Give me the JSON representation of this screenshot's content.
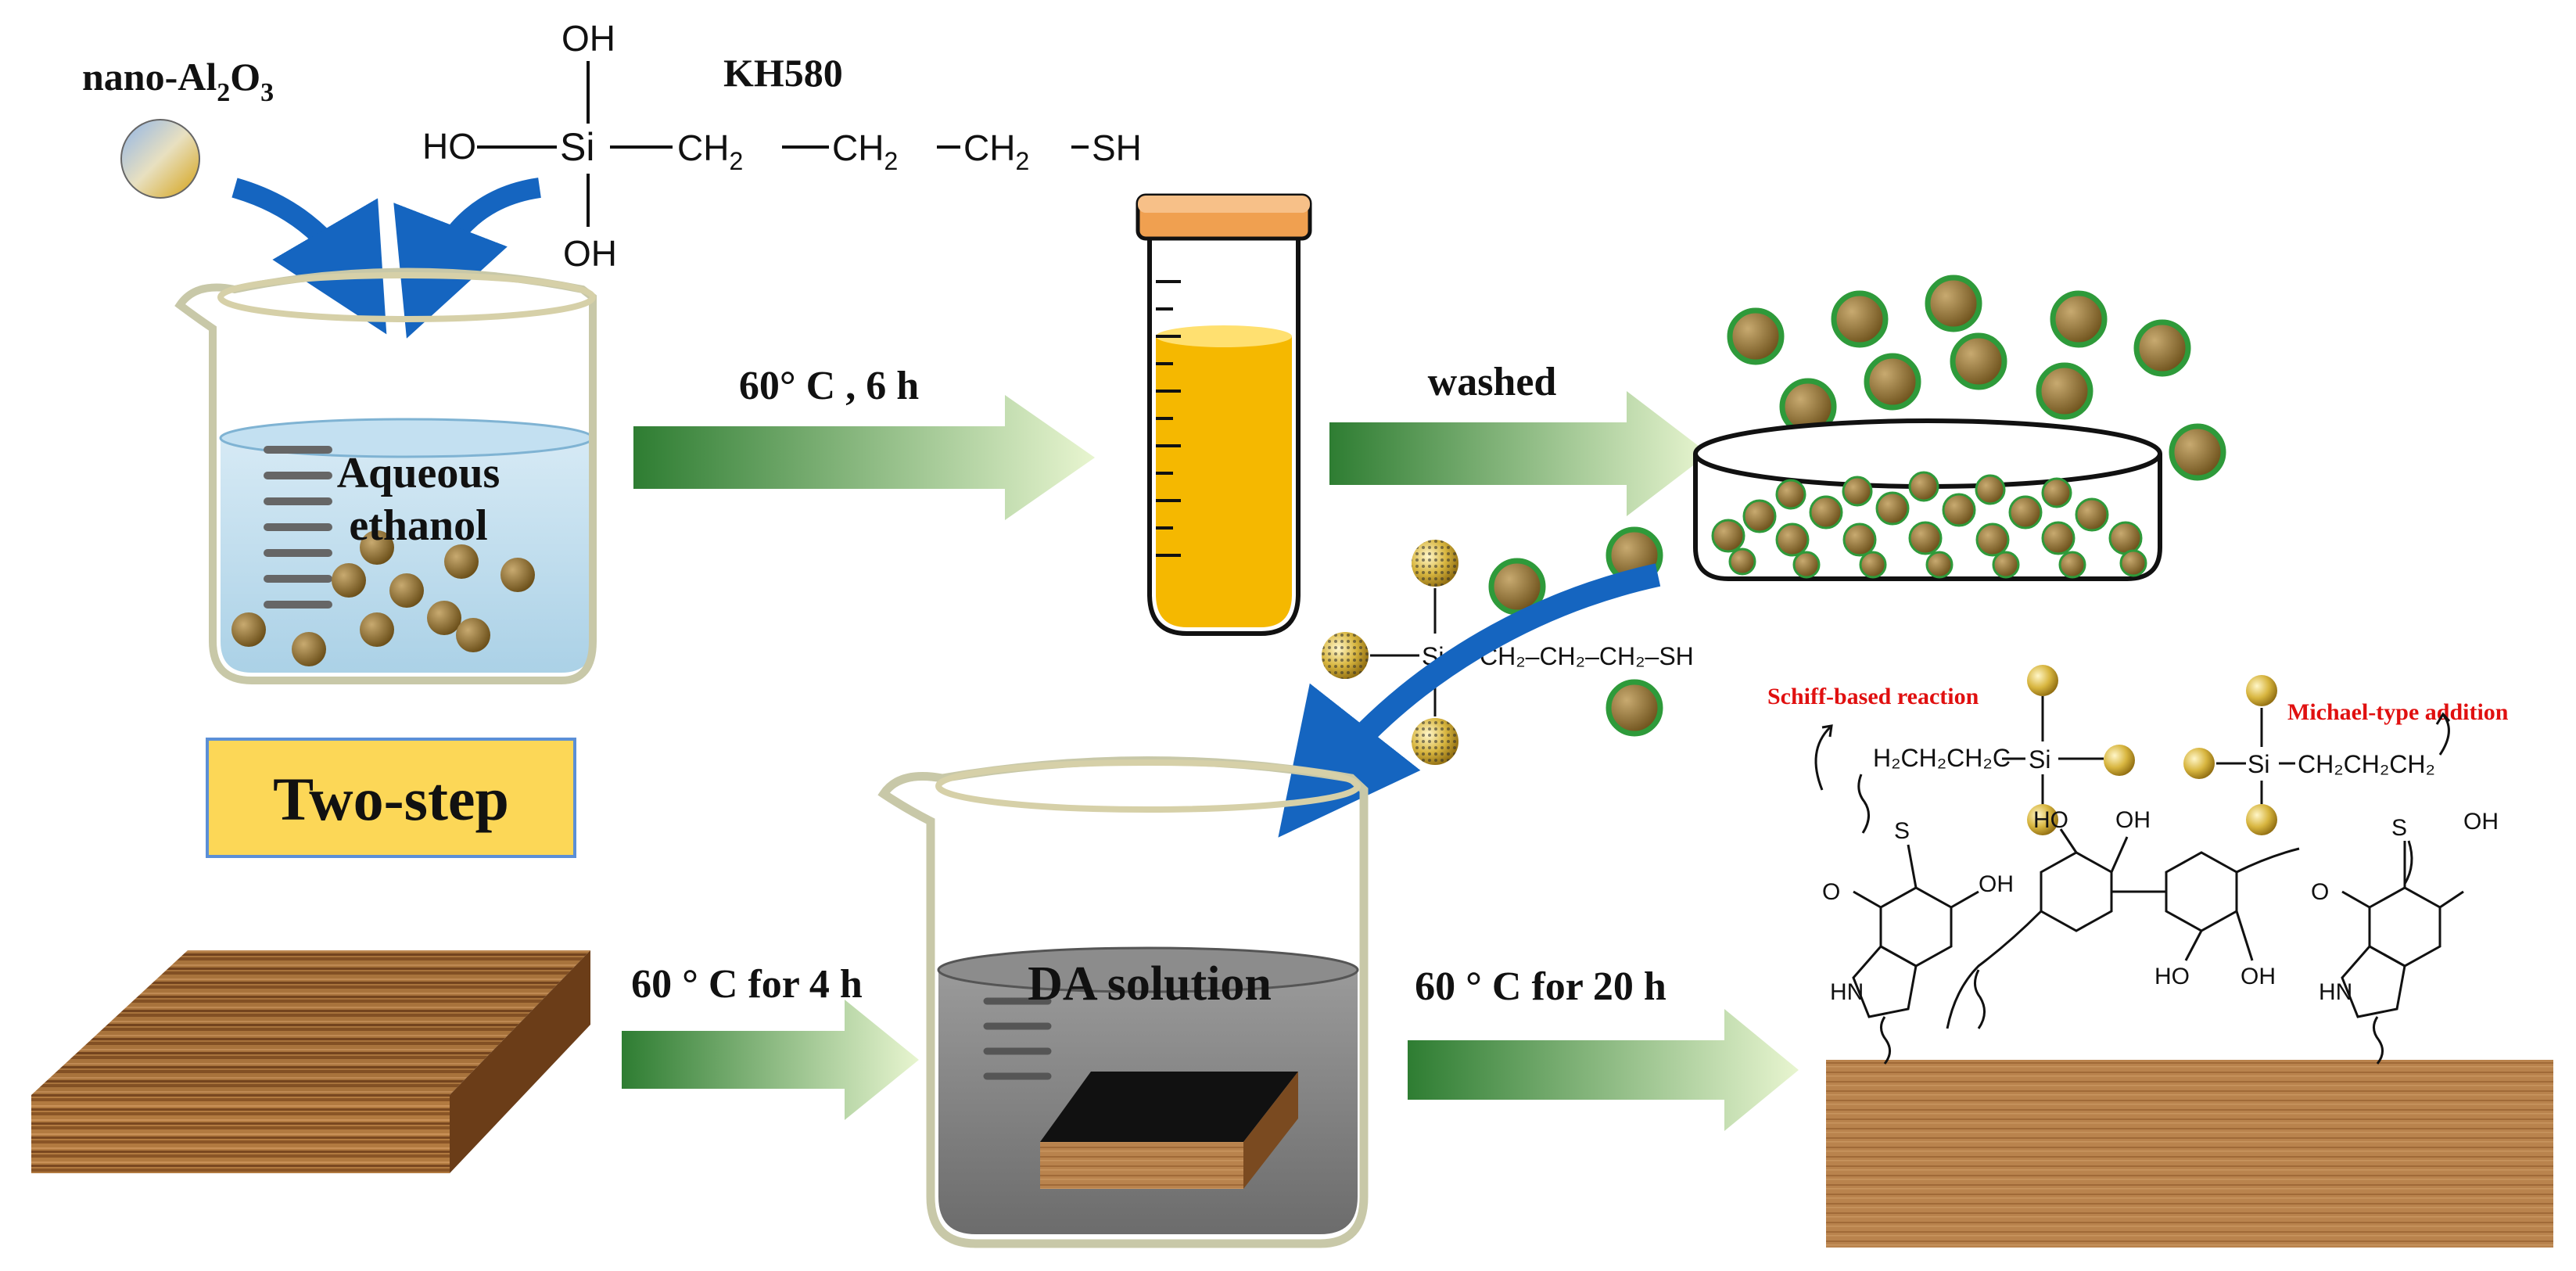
{
  "labels": {
    "nano": "nano-Al",
    "nano_sub1": "2",
    "nano_mid": "O",
    "nano_sub2": "3",
    "kh": "KH580",
    "aqueous": "Aqueous",
    "ethanol": "ethanol",
    "two_step": "Two-step",
    "cond1": "60° C , 6 h",
    "washed": "washed",
    "cond2": "60 ° C for 4 h",
    "da_solution": "DA solution",
    "cond3": "60 ° C for 20 h",
    "schiff": "Schiff-based reaction",
    "michael": "Michael-type addition"
  },
  "silane": {
    "oh_top": "OH",
    "ho": "HO",
    "si": "Si",
    "ch2a": "CH",
    "ch2b": "CH",
    "ch2c": "CH",
    "sub": "2",
    "sh": "SH",
    "oh_bottom": "OH"
  },
  "grafted": {
    "si": "Si",
    "chain": "CH₂–CH₂–CH₂–SH"
  },
  "pda": {
    "schiff_chain": "H₂CH₂CH₂C",
    "si": "Si",
    "michael_chain": "CH₂CH₂CH₂",
    "s": "S",
    "oh": "OH",
    "ho": "HO",
    "o": "O",
    "hn": "HN"
  },
  "colors": {
    "arrow_dark": "#2e7d32",
    "arrow_light": "#e8f5d0",
    "blue_arrow": "#1565c0",
    "particle_gold": "#c8a830",
    "green_shell": "#2e9a3a",
    "liquid_yellow": "#f5b800",
    "tube_cap": "#f0a050",
    "twostep_fill": "#fcd757",
    "twostep_border": "#5b8fd6",
    "wood": "#b07a44",
    "accent_red": "#e01010"
  }
}
